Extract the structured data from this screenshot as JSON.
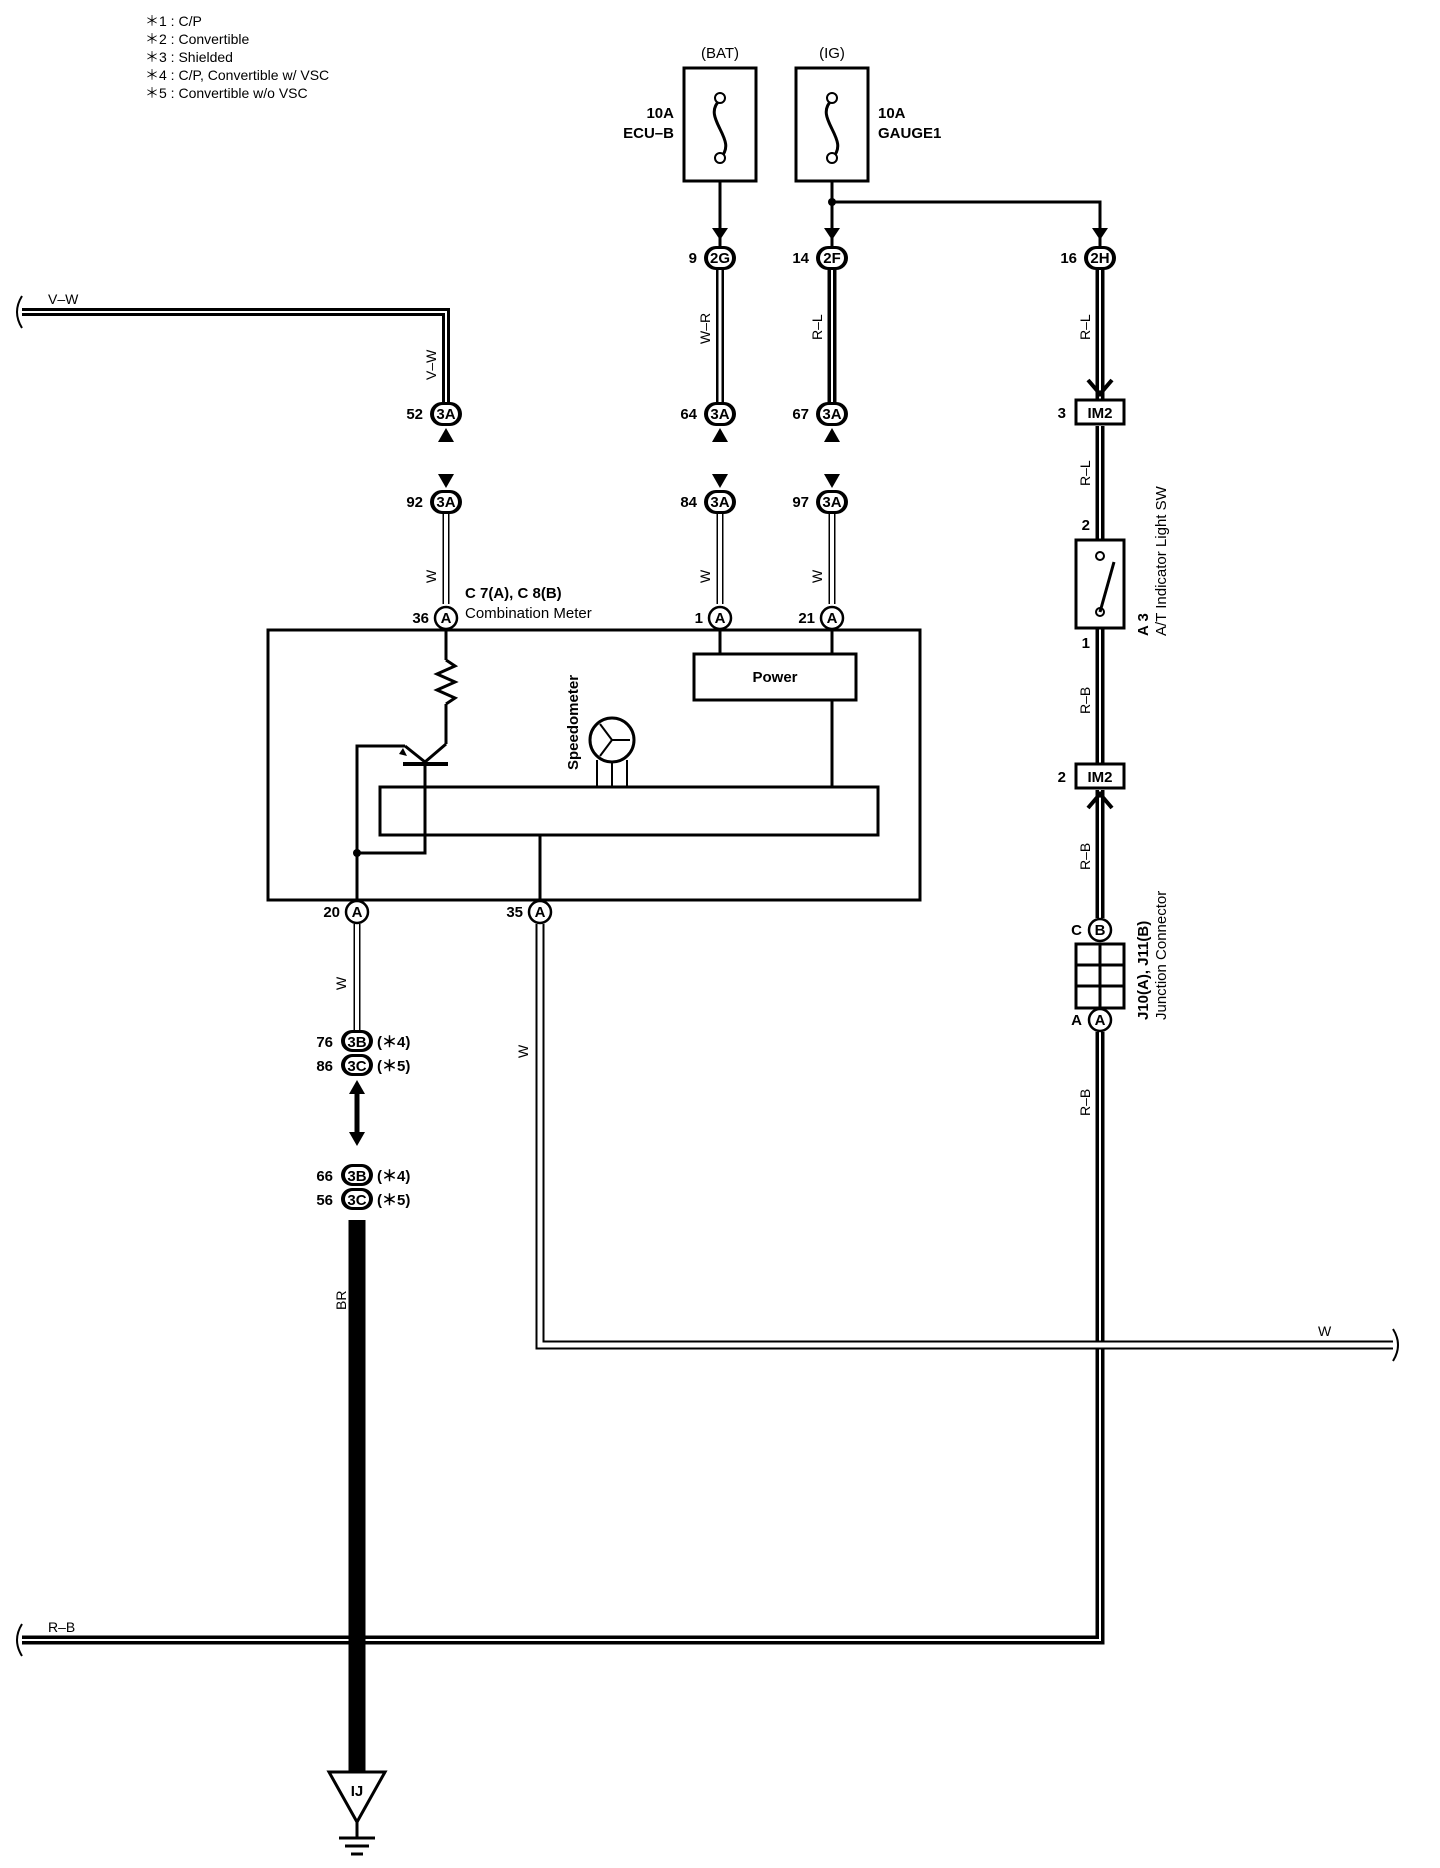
{
  "legend": [
    "＊1 : C/P",
    "＊2 : Convertible",
    "＊3 : Shielded",
    "＊4 : C/P,  Convertible w/ VSC",
    "＊5 : Convertible w/o VSC"
  ],
  "fuses": {
    "bat": {
      "source": "(BAT)",
      "amp": "10A",
      "name": "ECU–B"
    },
    "ig": {
      "source": "(IG)",
      "amp": "10A",
      "name": "GAUGE1"
    }
  },
  "connectors": {
    "c9": {
      "pin": "9",
      "id": "2G"
    },
    "c14": {
      "pin": "14",
      "id": "2F"
    },
    "c16": {
      "pin": "16",
      "id": "2H"
    },
    "c52": {
      "pin": "52",
      "id": "3A"
    },
    "c64": {
      "pin": "64",
      "id": "3A"
    },
    "c67": {
      "pin": "67",
      "id": "3A"
    },
    "c92": {
      "pin": "92",
      "id": "3A"
    },
    "c84": {
      "pin": "84",
      "id": "3A"
    },
    "c97": {
      "pin": "97",
      "id": "3A"
    },
    "c76": {
      "pin": "76",
      "id": "3B",
      "note": "(＊4)"
    },
    "c86": {
      "pin": "86",
      "id": "3C",
      "note": "(＊5)"
    },
    "c66": {
      "pin": "66",
      "id": "3B",
      "note": "(＊4)"
    },
    "c56": {
      "pin": "56",
      "id": "3C",
      "note": "(＊5)"
    },
    "im2a": {
      "pin": "3",
      "id": "IM2"
    },
    "im2b": {
      "pin": "2",
      "id": "IM2"
    }
  },
  "meter": {
    "code": "C 7(A), C 8(B)",
    "name": "Combination Meter",
    "pin_36": "36",
    "pin_1": "1",
    "pin_21": "21",
    "pin_20": "20",
    "pin_35": "35",
    "pin_letter": "A",
    "power_label": "Power",
    "speedometer_label": "Speedometer"
  },
  "switch": {
    "code": "A 3",
    "name": "A/T Indicator Light SW",
    "pin_top": "2",
    "pin_bottom": "1"
  },
  "junction": {
    "code": "J10(A), J11(B)",
    "name": "Junction Connector",
    "top_pin": "C",
    "top_id": "B",
    "bottom_pin": "A",
    "bottom_id": "A"
  },
  "wires": {
    "vw_left": "V–W",
    "vw_vert": "V–W",
    "w_left_upper": "W",
    "wr": "W–R",
    "w_mid_upper": "W",
    "rl_mid": "R–L",
    "w_right_upper": "W",
    "rl_right": "R–L",
    "rl_right2": "R–L",
    "rb_1": "R–B",
    "rb_2": "R–B",
    "rb_3": "R–B",
    "w_lower_left": "W",
    "w_lower_mid": "W",
    "br": "BR",
    "w_right_end": "W",
    "rb_left": "R–B"
  },
  "ground": {
    "id": "IJ"
  }
}
